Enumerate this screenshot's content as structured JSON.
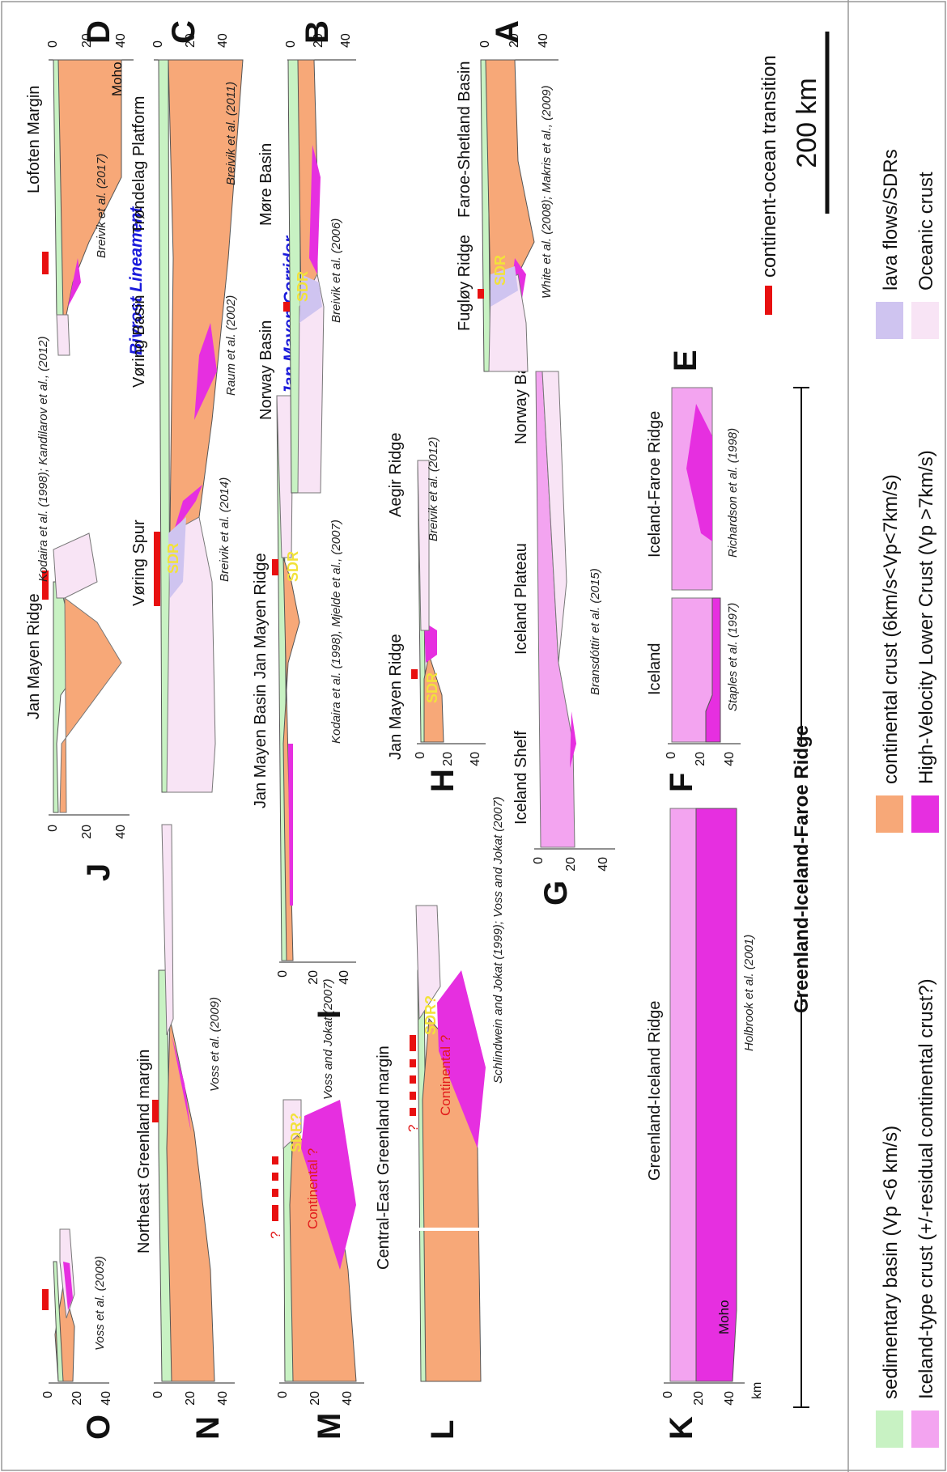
{
  "colors": {
    "sediment": "#c8f2c3",
    "continental": "#f7a878",
    "hvlc": "#e62fe0",
    "iceland_crust": "#f3a4f0",
    "lava": "#cfc4f0",
    "oceanic": "#f8e4f5",
    "cot": "#e81010",
    "blue_text": "#1a1adb",
    "sdr": "#f2e23a"
  },
  "panels": {
    "O": {
      "letter": "O",
      "title": "",
      "cite": "Voss et al. (2009)"
    },
    "N": {
      "letter": "N",
      "title": "Northeast Greenland margin",
      "cite": "Voss et al. (2009)"
    },
    "M": {
      "letter": "M",
      "title": "Central-East Greenland margin",
      "cite": "Voss and Jokat (2007)",
      "sdr": "SDR?",
      "cont": "Continental ?",
      "q": "?"
    },
    "L": {
      "letter": "L",
      "title": "",
      "cite": "Schlindwein and Jokat (1999); Voss and Jokat (2007)",
      "sdr": "SDR?",
      "cont": "Continental ?",
      "q": "?"
    },
    "K": {
      "letter": "K",
      "title": "Greenland-Iceland Ridge",
      "cite": "Holbrook et al. (2001)",
      "moho": "Moho",
      "km": "km"
    },
    "J": {
      "letter": "J",
      "title": "Jan Mayen Ridge",
      "cite": "Kodaira et al. (1998); Kandilarov et al., (2012)"
    },
    "I": {
      "letter": "I",
      "title": "Jan Mayen Basin",
      "title2": "Jan Mayen Ridge",
      "cite": "Kodaira et al. (1998), Mjelde et al., (2007)",
      "sdr": "SDR"
    },
    "H": {
      "letter": "H",
      "title": "Jan Mayen Ridge",
      "title2": "Aegir Ridge",
      "cite": "Breivik et al. (2012)",
      "sdr": "SDR"
    },
    "G": {
      "letter": "G",
      "title": "Iceland Shelf",
      "title2": "Iceland Plateau",
      "title3": "Norway Basin",
      "cite": "Bransdóttir et al. (2015)"
    },
    "F": {
      "letter": "F",
      "title": "Iceland",
      "cite": "Staples et al. (1997)"
    },
    "E": {
      "letter": "E",
      "title": "Iceland-Faroe Ridge",
      "cite": "Richardson et al. (1998)"
    },
    "D": {
      "letter": "D",
      "title": "Lofoten Margin",
      "moho": "Moho",
      "cite": "Breivik et al. (2017)"
    },
    "C": {
      "letter": "C",
      "title": "Vøring Spur",
      "title2": "Vøring Basin",
      "title3": "Trøndelag Platform",
      "cite": "Breivik et al. (2014)",
      "cite2": "Raum et al. (2002)",
      "cite3": "Breivik et al. (2011)",
      "sdr": "SDR"
    },
    "B": {
      "letter": "B",
      "title": "Norway Basin",
      "title2": "Møre Basin",
      "cite": "Breivik et al. (2006)",
      "sdr": "SDR"
    },
    "A": {
      "letter": "A",
      "title": "Fugløy Ridge",
      "title2": "Faroe-Shetland Basin",
      "cite": "White et al. (2008); Makris et al., (2009)",
      "sdr": "SDR"
    }
  },
  "axis_ticks": [
    "0",
    "20",
    "40"
  ],
  "blue_labels": {
    "bivrost": "Bivrost Lineament",
    "janmayen": "Jan Mayen Corridor"
  },
  "gifr": "Greenland-Iceland-Faroe Ridge",
  "legend": {
    "sediment": "sedimentary basin (Vp <6 km/s)",
    "iceland": "Iceland-type crust (+/-residual continental crust?)",
    "continental": "continental crust (6km/s<Vp<7km/s)",
    "hvlc": "High-Velocity Lower Crust (Vp >7km/s)",
    "lava": "lava flows/SDRs",
    "oceanic": "Oceanic crust",
    "cot": "continent-ocean transition",
    "scale": "200 km"
  }
}
